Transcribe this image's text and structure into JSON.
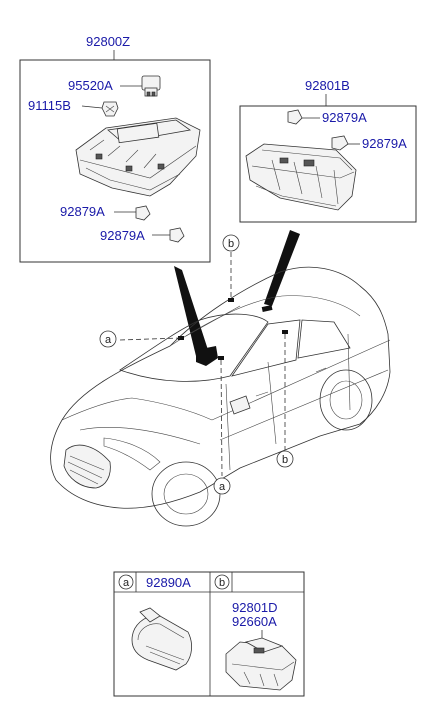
{
  "parts": {
    "top_left_group": "92800Z",
    "top_right_group": "92801B",
    "left_95520": "95520A",
    "left_91115": "91115B",
    "left_92879_1": "92879A",
    "left_92879_2": "92879A",
    "right_92879_1": "92879A",
    "right_92879_2": "92879A"
  },
  "callouts": {
    "a_upper": "a",
    "a_lower": "a",
    "b_upper": "b",
    "b_lower": "b"
  },
  "legend": {
    "a_letter": "a",
    "a_part": "92890A",
    "b_letter": "b",
    "b_part1": "92801D",
    "b_part2": "92660A"
  }
}
